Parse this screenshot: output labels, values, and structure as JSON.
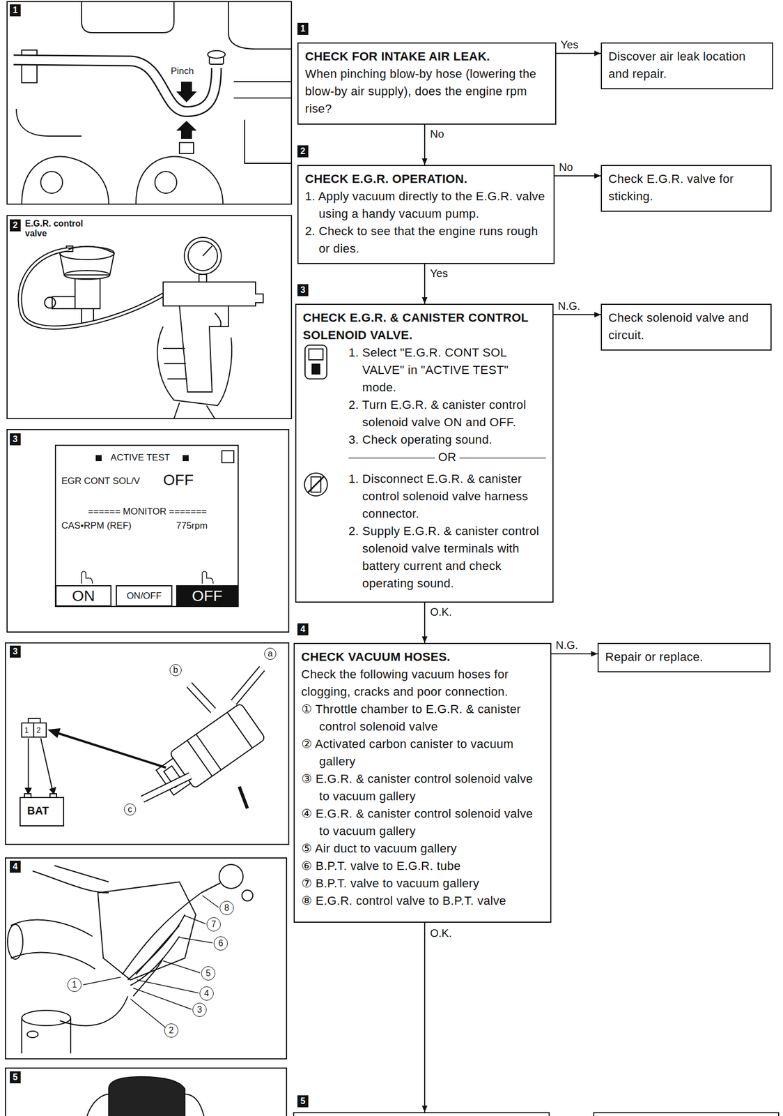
{
  "diagram": {
    "nodes": [
      {
        "text": [
          "CHECK FOR INTAKE AIR LEAK.",
          "When pinching blow-by hose (lowering the blow-by air supply), does the engine rpm rise?"
        ]
      },
      {
        "text": [
          "Discover air leak location and repair."
        ]
      },
      {
        "text": [
          "CHECK E.G.R. OPERATION.",
          "1. Apply vacuum directly to the E.G.R. valve using a handy vacuum pump.",
          "2. Check to see that the engine runs rough or dies."
        ]
      },
      {
        "text": [
          "Check E.G.R. valve for sticking."
        ]
      },
      {
        "text": [
          "CHECK E.G.R. & CANISTER CONTROL SOLENOID VALVE.",
          "1. Select \"E.G.R. CONT SOL VALVE\" in \"ACTIVE TEST\" mode.",
          "2. Turn E.G.R. & canister control solenoid valve ON and OFF.",
          "3. Check operating sound.",
          "OR",
          "1. Disconnect E.G.R. & canister control solenoid valve harness connector.",
          "2. Supply E.G.R. & canister control solenoid valve terminals with battery current and check operating sound."
        ]
      },
      {
        "text": [
          "Check solenoid valve and circuit."
        ]
      },
      {
        "text": [
          "CHECK VACUUM HOSES.",
          "Check the following vacuum hoses for clogging, cracks and poor connection.",
          "① Throttle chamber to E.G.R. & canister control solenoid valve",
          "② Activated carbon canister to vacuum gallery",
          "③ E.G.R. & canister control solenoid valve to vacuum gallery",
          "④ E.G.R. & canister control solenoid valve to vacuum gallery",
          "⑤ Air duct to vacuum gallery",
          "⑥ B.P.T. valve to E.G.R. tube",
          "⑦ B.P.T. valve to vacuum gallery",
          "⑧ E.G.R. control valve to B.P.T. valve"
        ]
      },
      {
        "text": [
          "Repair or replace."
        ]
      }
    ],
    "edges": [
      {
        "from": 0,
        "to": 1,
        "arrow": "to",
        "label": "Yes"
      },
      {
        "from": 0,
        "to": 2,
        "arrow": "to",
        "label": "No"
      },
      {
        "from": 2,
        "to": 3,
        "arrow": "to",
        "label": "No"
      },
      {
        "from": 2,
        "to": 4,
        "arrow": "to",
        "label": "Yes"
      },
      {
        "from": 4,
        "to": 5,
        "arrow": "to",
        "label": "N.G."
      },
      {
        "from": 4,
        "to": 6,
        "arrow": "to",
        "label": "O.K."
      },
      {
        "from": 6,
        "to": 7,
        "arrow": "to",
        "label": "N.G."
      }
    ],
    "labels": [
      "1",
      "Pinch",
      "2",
      "E.G.R. control valve",
      "3",
      "ACTIVE TEST",
      "EGR CONT SOL/V",
      "OFF",
      "====== MONITOR =======",
      "CAS•RPM (REF)",
      "775rpm",
      "ON",
      "ON/OFF",
      "OFF",
      "3",
      "b",
      "a",
      "1",
      "2",
      "BAT",
      "c",
      "4",
      "8",
      "7",
      "6",
      "5",
      "1",
      "4",
      "3",
      "2",
      "5",
      "1",
      "2",
      "3",
      "4",
      "5",
      "O.K."
    ]
  }
}
